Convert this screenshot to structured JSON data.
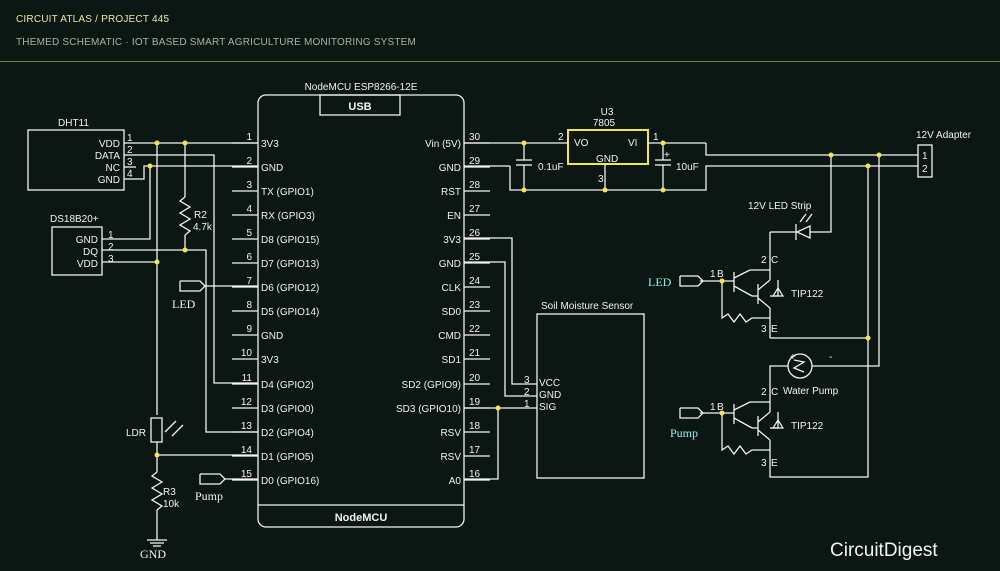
{
  "header": {
    "brand": "CIRCUIT ATLAS / PROJECT 445",
    "subtitle": "THEMED SCHEMATIC · IOT BASED SMART AGRICULTURE MONITORING SYSTEM"
  },
  "mcu": {
    "title": "NodeMCU ESP8266-12E",
    "usb": "USB",
    "footer": "NodeMCU",
    "left_pins": [
      {
        "num": "1",
        "label": "3V3"
      },
      {
        "num": "2",
        "label": "GND"
      },
      {
        "num": "3",
        "label": "TX (GPIO1)"
      },
      {
        "num": "4",
        "label": "RX (GPIO3)"
      },
      {
        "num": "5",
        "label": "D8 (GPIO15)"
      },
      {
        "num": "6",
        "label": "D7 (GPIO13)"
      },
      {
        "num": "7",
        "label": "D6 (GPIO12)"
      },
      {
        "num": "8",
        "label": "D5 (GPIO14)"
      },
      {
        "num": "9",
        "label": "GND"
      },
      {
        "num": "10",
        "label": "3V3"
      },
      {
        "num": "11",
        "label": "D4 (GPIO2)"
      },
      {
        "num": "12",
        "label": "D3 (GPIO0)"
      },
      {
        "num": "13",
        "label": "D2 (GPIO4)"
      },
      {
        "num": "14",
        "label": "D1 (GPIO5)"
      },
      {
        "num": "15",
        "label": "D0 (GPIO16)"
      }
    ],
    "right_pins": [
      {
        "num": "30",
        "label": "Vin (5V)"
      },
      {
        "num": "29",
        "label": "GND"
      },
      {
        "num": "28",
        "label": "RST"
      },
      {
        "num": "27",
        "label": "EN"
      },
      {
        "num": "26",
        "label": "3V3"
      },
      {
        "num": "25",
        "label": "GND"
      },
      {
        "num": "24",
        "label": "CLK"
      },
      {
        "num": "23",
        "label": "SD0"
      },
      {
        "num": "22",
        "label": "CMD"
      },
      {
        "num": "21",
        "label": "SD1"
      },
      {
        "num": "20",
        "label": "SD2 (GPIO9)"
      },
      {
        "num": "19",
        "label": "SD3 (GPIO10)"
      },
      {
        "num": "18",
        "label": "RSV"
      },
      {
        "num": "17",
        "label": "RSV"
      },
      {
        "num": "16",
        "label": "A0"
      }
    ]
  },
  "dht11": {
    "title": "DHT11",
    "pins": [
      {
        "num": "1",
        "label": "VDD"
      },
      {
        "num": "2",
        "label": "DATA"
      },
      {
        "num": "3",
        "label": "NC"
      },
      {
        "num": "4",
        "label": "GND"
      }
    ]
  },
  "ds18b20": {
    "title": "DS18B20+",
    "pins": [
      {
        "num": "1",
        "label": "GND"
      },
      {
        "num": "2",
        "label": "DQ"
      },
      {
        "num": "3",
        "label": "VDD"
      }
    ]
  },
  "r2": {
    "name": "R2",
    "value": "4.7k"
  },
  "r3": {
    "name": "R3",
    "value": "10k"
  },
  "ldr": {
    "name": "LDR"
  },
  "gnd_label": "GND",
  "ports": {
    "led_left": "LED",
    "pump_left": "Pump",
    "led_right": "LED",
    "pump_right": "Pump"
  },
  "regulator": {
    "name": "U3",
    "part": "7805",
    "vo": "VO",
    "vi": "VI",
    "gnd": "GND",
    "pin1": "1",
    "pin2": "2",
    "pin3": "3",
    "c1": "0.1uF",
    "c2": "10uF",
    "c2_plus": "+"
  },
  "adapter": {
    "title": "12V Adapter",
    "pin1": "1",
    "pin2": "2"
  },
  "led_strip": {
    "title": "12V LED Strip"
  },
  "motor": {
    "title": "Water Pump",
    "plus": "+",
    "minus": "-"
  },
  "soil": {
    "title": "Soil Moisture Sensor",
    "pins": [
      {
        "num": "3",
        "label": "VCC"
      },
      {
        "num": "2",
        "label": "GND"
      },
      {
        "num": "1",
        "label": "SIG"
      }
    ]
  },
  "q1": {
    "part": "TIP122",
    "b_num": "1",
    "b": "B",
    "c_num": "2",
    "c": "C",
    "e_num": "3",
    "e": "E"
  },
  "q2": {
    "part": "TIP122",
    "b_num": "1",
    "b": "B",
    "c_num": "2",
    "c": "C",
    "e_num": "3",
    "e": "E"
  },
  "logo": {
    "text": "CircuitDigest"
  }
}
